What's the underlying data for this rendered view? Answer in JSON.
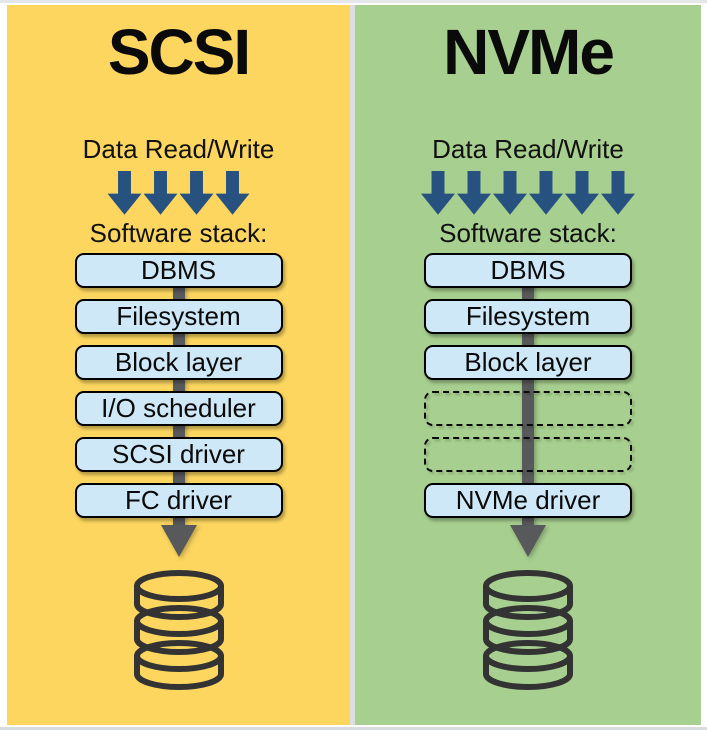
{
  "colors": {
    "scsi_panel_bg": "#FCD65F",
    "nvme_panel_bg": "#A7CF8F",
    "layer_box_fill": "#CFE8F7",
    "flow_arrow_blue": "#27517F",
    "stack_arrow_gray": "#58595B"
  },
  "panels": [
    {
      "title": "SCSI",
      "flow_label": "Data Read/Write",
      "flow_arrow_count": 4,
      "stack_label": "Software stack:",
      "layers": [
        {
          "label": "DBMS",
          "style": "solid"
        },
        {
          "label": "Filesystem",
          "style": "solid"
        },
        {
          "label": "Block layer",
          "style": "solid"
        },
        {
          "label": "I/O scheduler",
          "style": "solid"
        },
        {
          "label": "SCSI driver",
          "style": "solid"
        },
        {
          "label": "FC driver",
          "style": "solid"
        }
      ],
      "storage_icon": "database-cylinder"
    },
    {
      "title": "NVMe",
      "flow_label": "Data Read/Write",
      "flow_arrow_count": 6,
      "stack_label": "Software stack:",
      "layers": [
        {
          "label": "DBMS",
          "style": "solid"
        },
        {
          "label": "Filesystem",
          "style": "solid"
        },
        {
          "label": "Block layer",
          "style": "solid"
        },
        {
          "label": "",
          "style": "dashed"
        },
        {
          "label": "",
          "style": "dashed"
        },
        {
          "label": "NVMe driver",
          "style": "solid"
        }
      ],
      "storage_icon": "database-cylinder"
    }
  ]
}
